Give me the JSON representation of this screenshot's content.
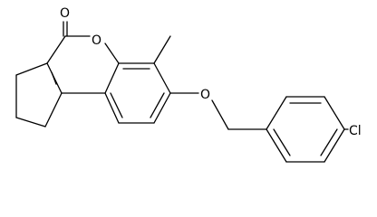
{
  "structure": {
    "atoms": {
      "carbonyl_oxygen": "O",
      "ring_oxygen": "O",
      "methyl_group": "CH3",
      "ether_oxygen": "O",
      "chlorine": "Cl"
    }
  },
  "colors": {
    "bond": "#000000",
    "label": "#000000",
    "background": "#ffffff"
  }
}
